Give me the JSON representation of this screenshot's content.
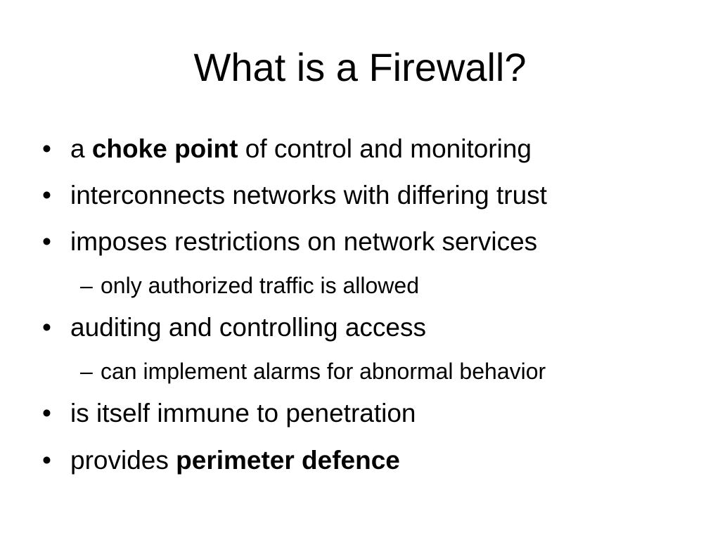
{
  "slide": {
    "title": "What is a Firewall?",
    "bullet_glyph": "•",
    "dash_glyph": "–",
    "items": [
      {
        "pre": "a ",
        "bold": "choke point",
        "post": " of control and monitoring"
      },
      {
        "text": "interconnects networks with differing trust"
      },
      {
        "text": "imposes restrictions on network services"
      },
      {
        "sub": "only authorized traffic is allowed"
      },
      {
        "text": "auditing and controlling access"
      },
      {
        "sub": "can implement alarms for abnormal behavior"
      },
      {
        "text": "is itself immune to penetration"
      },
      {
        "pre": "provides ",
        "bold": "perimeter defence",
        "post": ""
      }
    ]
  }
}
